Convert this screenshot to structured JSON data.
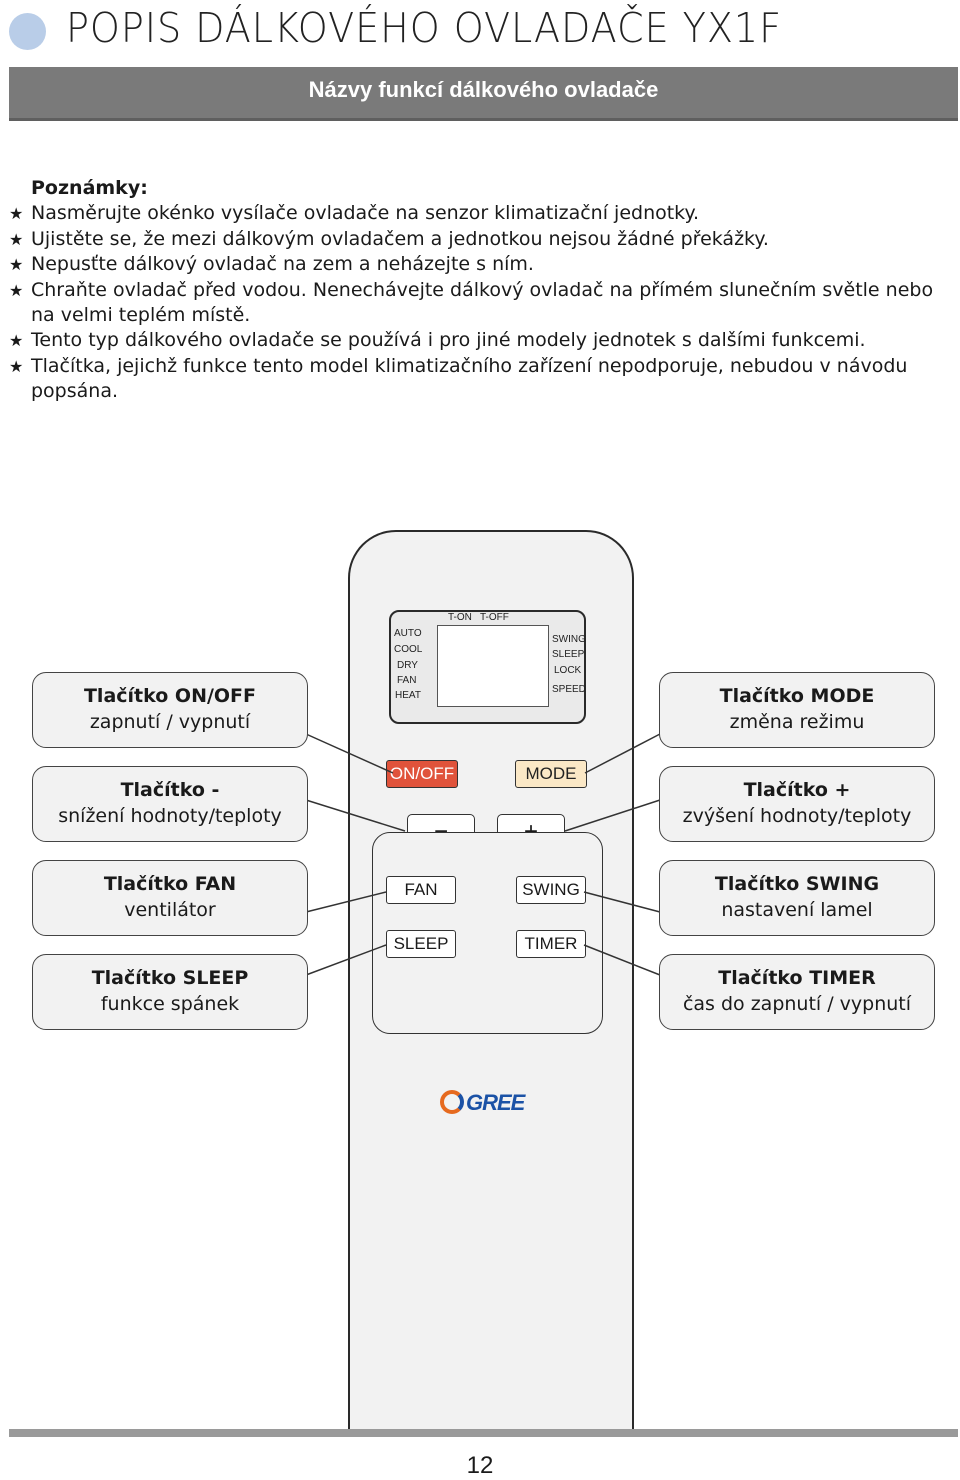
{
  "header": {
    "title": "POPIS DÁLKOVÉHO OVLADAČE YX1F",
    "subtitle": "Názvy funkcí dálkového ovladače"
  },
  "notes": {
    "heading": "Poznámky:",
    "items": [
      "Nasměrujte okénko vysílače ovladače na senzor klimatizační jednotky.",
      "Ujistěte se, že mezi dálkovým ovladačem a jednotkou nejsou žádné překážky.",
      "Nepusťte dálkový ovladač na zem a neházejte s ním.",
      "Chraňte ovladač před vodou. Nenechávejte dálkový ovladač na přímém slunečním světle nebo na velmi teplém místě.",
      "Tento typ dálkového ovladače se používá i pro jiné modely jednotek s dalšími funkcemi.",
      "Tlačítka, jejichž funkce tento model klimatizačního zařízení nepodporuje, nebudou v návodu popsána."
    ]
  },
  "lcd": {
    "top": [
      "T-ON",
      "T-OFF"
    ],
    "left": [
      "AUTO",
      "COOL",
      "DRY",
      "FAN",
      "HEAT"
    ],
    "right": [
      "SWING",
      "SLEEP",
      "LOCK",
      "SPEED"
    ]
  },
  "remote_buttons": {
    "onoff": "ON/OFF",
    "mode": "MODE",
    "minus": "−",
    "plus": "+",
    "fan": "FAN",
    "swing": "SWING",
    "sleep": "SLEEP",
    "timer": "TIMER"
  },
  "callouts": {
    "onoff": {
      "title": "Tlačítko ON/OFF",
      "desc": "zapnutí / vypnutí"
    },
    "mode": {
      "title": "Tlačítko MODE",
      "desc": "změna režimu"
    },
    "minus": {
      "title": "Tlačítko -",
      "desc": "snížení hodnoty/teploty"
    },
    "plus": {
      "title": "Tlačítko +",
      "desc": "zvýšení hodnoty/teploty"
    },
    "fan": {
      "title": "Tlačítko FAN",
      "desc": "ventilátor"
    },
    "swing": {
      "title": "Tlačítko SWING",
      "desc": "nastavení lamel"
    },
    "sleep": {
      "title": "Tlačítko SLEEP",
      "desc": "funkce spánek"
    },
    "timer": {
      "title": "Tlačítko TIMER",
      "desc": "čas do zapnutí / vypnutí"
    }
  },
  "brand": "GREE",
  "colors": {
    "onoff_button": "#e0533b",
    "mode_button": "#fbe8c6",
    "header_bar": "#7a7a7a",
    "title_dot": "#b9cde8"
  },
  "page_number": "12"
}
